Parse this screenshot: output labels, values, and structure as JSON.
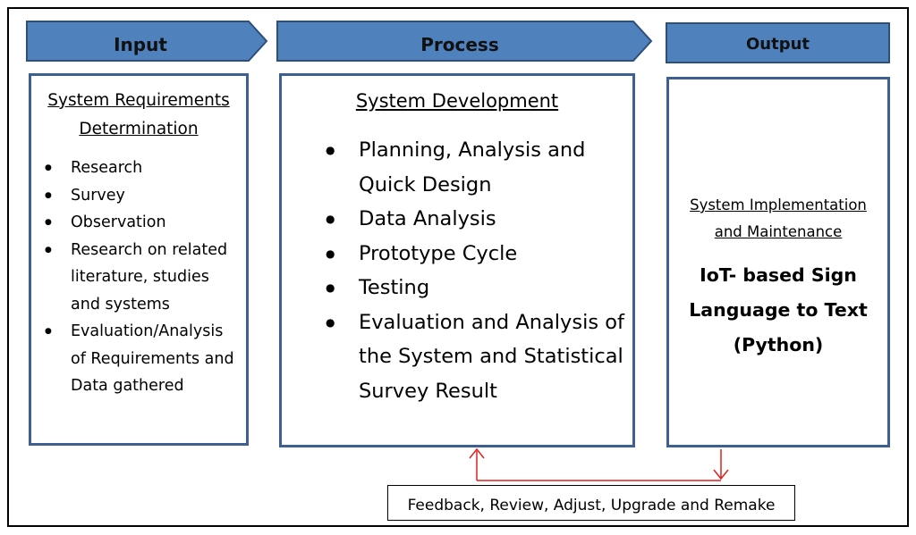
{
  "headers": {
    "input": "Input",
    "process": "Process",
    "output": "Output"
  },
  "input": {
    "title_line1": "System Requirements",
    "title_line2": "Determination",
    "items": [
      [
        "Research"
      ],
      [
        "Survey"
      ],
      [
        "Observation"
      ],
      [
        "Research on related",
        "literature, studies",
        "and systems"
      ],
      [
        "Evaluation/Analysis",
        "of Requirements and",
        "Data gathered"
      ]
    ]
  },
  "process": {
    "title": "System Development",
    "items": [
      [
        "Planning, Analysis and",
        "Quick Design"
      ],
      [
        "Data Analysis"
      ],
      [
        "Prototype Cycle"
      ],
      [
        "Testing"
      ],
      [
        "Evaluation and Analysis of",
        "the System and Statistical",
        "Survey Result"
      ]
    ]
  },
  "output": {
    "title_line1": "System Implementation",
    "title_line2": "and Maintenance",
    "result_line1": "IoT- based Sign",
    "result_line2": "Language to Text",
    "result_line3": "(Python)"
  },
  "feedback": "Feedback, Review, Adjust, Upgrade and Remake",
  "colors": {
    "header_fill": "#4f81bd",
    "header_stroke": "#2c4f7c",
    "box_border": "#3d5f92",
    "feedback_arrow": "#e02020"
  }
}
